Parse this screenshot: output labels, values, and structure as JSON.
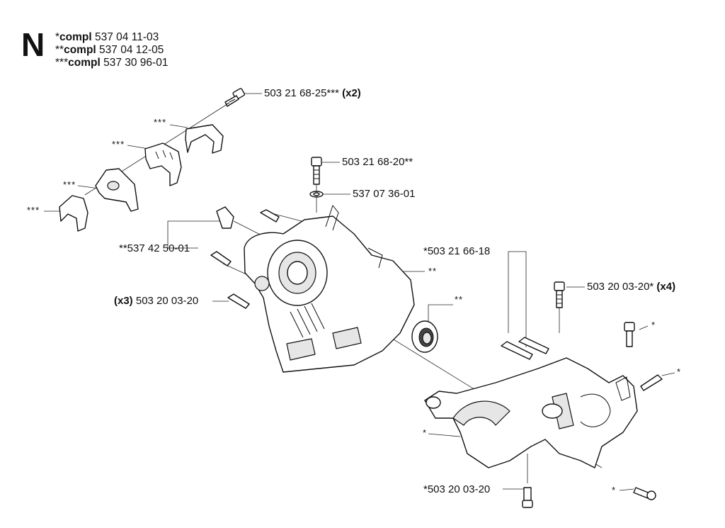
{
  "section": "N",
  "compl": [
    {
      "prefix": "*",
      "label": "compl",
      "number": "537 04 11-03"
    },
    {
      "prefix": "**",
      "label": "compl",
      "number": "537 04 12-05"
    },
    {
      "prefix": "***",
      "label": "compl",
      "number": "537 30 96-01"
    }
  ],
  "callouts": {
    "screw_top": {
      "text": "503 21 68-25***",
      "qty": "(x2)"
    },
    "screw_mid": {
      "text": "503 21 68-20**"
    },
    "washer": {
      "text": "537 07 36-01"
    },
    "cover_left": {
      "text": "**537 42 50-01"
    },
    "screws_left": {
      "qty": "(x3)",
      "text": "503 20 03-20"
    },
    "bolts_right": {
      "text": "*503 21 66-18"
    },
    "screws_right": {
      "text": "503 20 03-20*",
      "qty": "(x4)"
    },
    "screw_bottom": {
      "text": "*503 20 03-20"
    }
  },
  "stars": {
    "clamp1": "***",
    "clamp2": "***",
    "clamp3": "***",
    "clamp4": "***",
    "crankcase": "**",
    "seal": "**",
    "bolt_small": "*",
    "screw_side": "*",
    "lower_case": "*",
    "bolt_bottom_right": "*"
  }
}
